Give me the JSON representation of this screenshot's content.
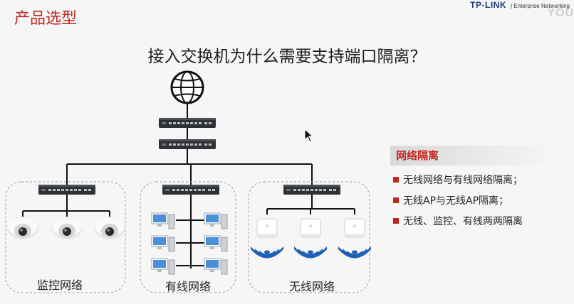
{
  "header": {
    "section_title": "产品选型",
    "brand_logo": "TP-LINK",
    "brand_tagline": "Enterprise Networking",
    "watermark": "YOU"
  },
  "slide": {
    "title": "接入交换机为什么需要支持端口隔离？"
  },
  "info_box": {
    "heading": "网络隔离",
    "items": [
      "无线网络与有线网络隔离；",
      "无线AP与无线AP隔离；",
      "无线、监控、有线两两隔离"
    ]
  },
  "networks": {
    "surveillance": "监控网络",
    "wired": "有线网络",
    "wireless": "无线网络"
  },
  "icons": {
    "internet": "globe-icon",
    "switch": "switch-icon",
    "camera": "dome-camera-icon",
    "computer": "desktop-pc-icon",
    "access_point": "wireless-ap-icon",
    "cursor": "mouse-pointer-icon"
  },
  "colors": {
    "accent": "#c0271f",
    "wifi": "#1f5fb5"
  }
}
